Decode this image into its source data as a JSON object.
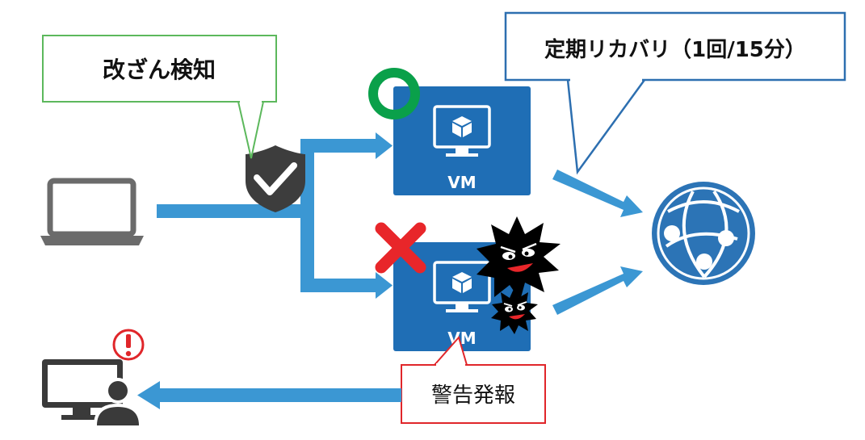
{
  "callouts": {
    "tamper_detection": "改ざん検知",
    "periodic_recovery": "定期リカバリ（1回/15分）",
    "alert": "警告発報"
  },
  "vms": {
    "top_label": "VM",
    "bottom_label": "VM"
  },
  "icons": {
    "client": "laptop-icon",
    "shield": "shield-check-icon",
    "ok_mark": "green-circle-icon",
    "ng_mark": "red-x-icon",
    "malware": "malware-icon",
    "azure": "azure-web-app-globe-icon",
    "admin": "admin-monitor-user-icon",
    "warning": "exclamation-alert-icon"
  },
  "colors": {
    "arrow_blue": "#3b97d3",
    "vm_box_blue": "#1f6eb5",
    "azure_blue": "#2c74b6",
    "callout_green": "#5cb85c",
    "callout_blue": "#2d6fb0",
    "callout_red": "#e0262a",
    "ok_green": "#0aa04a",
    "ng_red": "#e8262a",
    "shield_dark": "#3d3d3d",
    "device_gray": "#6b6b6b"
  }
}
